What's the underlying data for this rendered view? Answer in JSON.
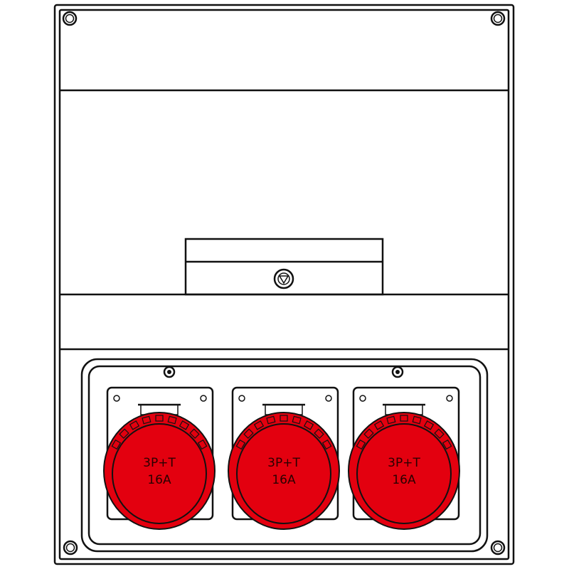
{
  "diagram": {
    "type": "electrical-distribution-board",
    "colors": {
      "outline": "#111111",
      "socket_red": "#e3000f",
      "background": "#ffffff",
      "text": "#2a0000"
    },
    "sockets": [
      {
        "line1": "3P+T",
        "line2": "16A"
      },
      {
        "line1": "3P+T",
        "line2": "16A"
      },
      {
        "line1": "3P+T",
        "line2": "16A"
      }
    ],
    "screws": {
      "corner_count": 4,
      "socket_panel_screws": 2
    },
    "breaker_lock_icon": "triangle-in-circle"
  }
}
